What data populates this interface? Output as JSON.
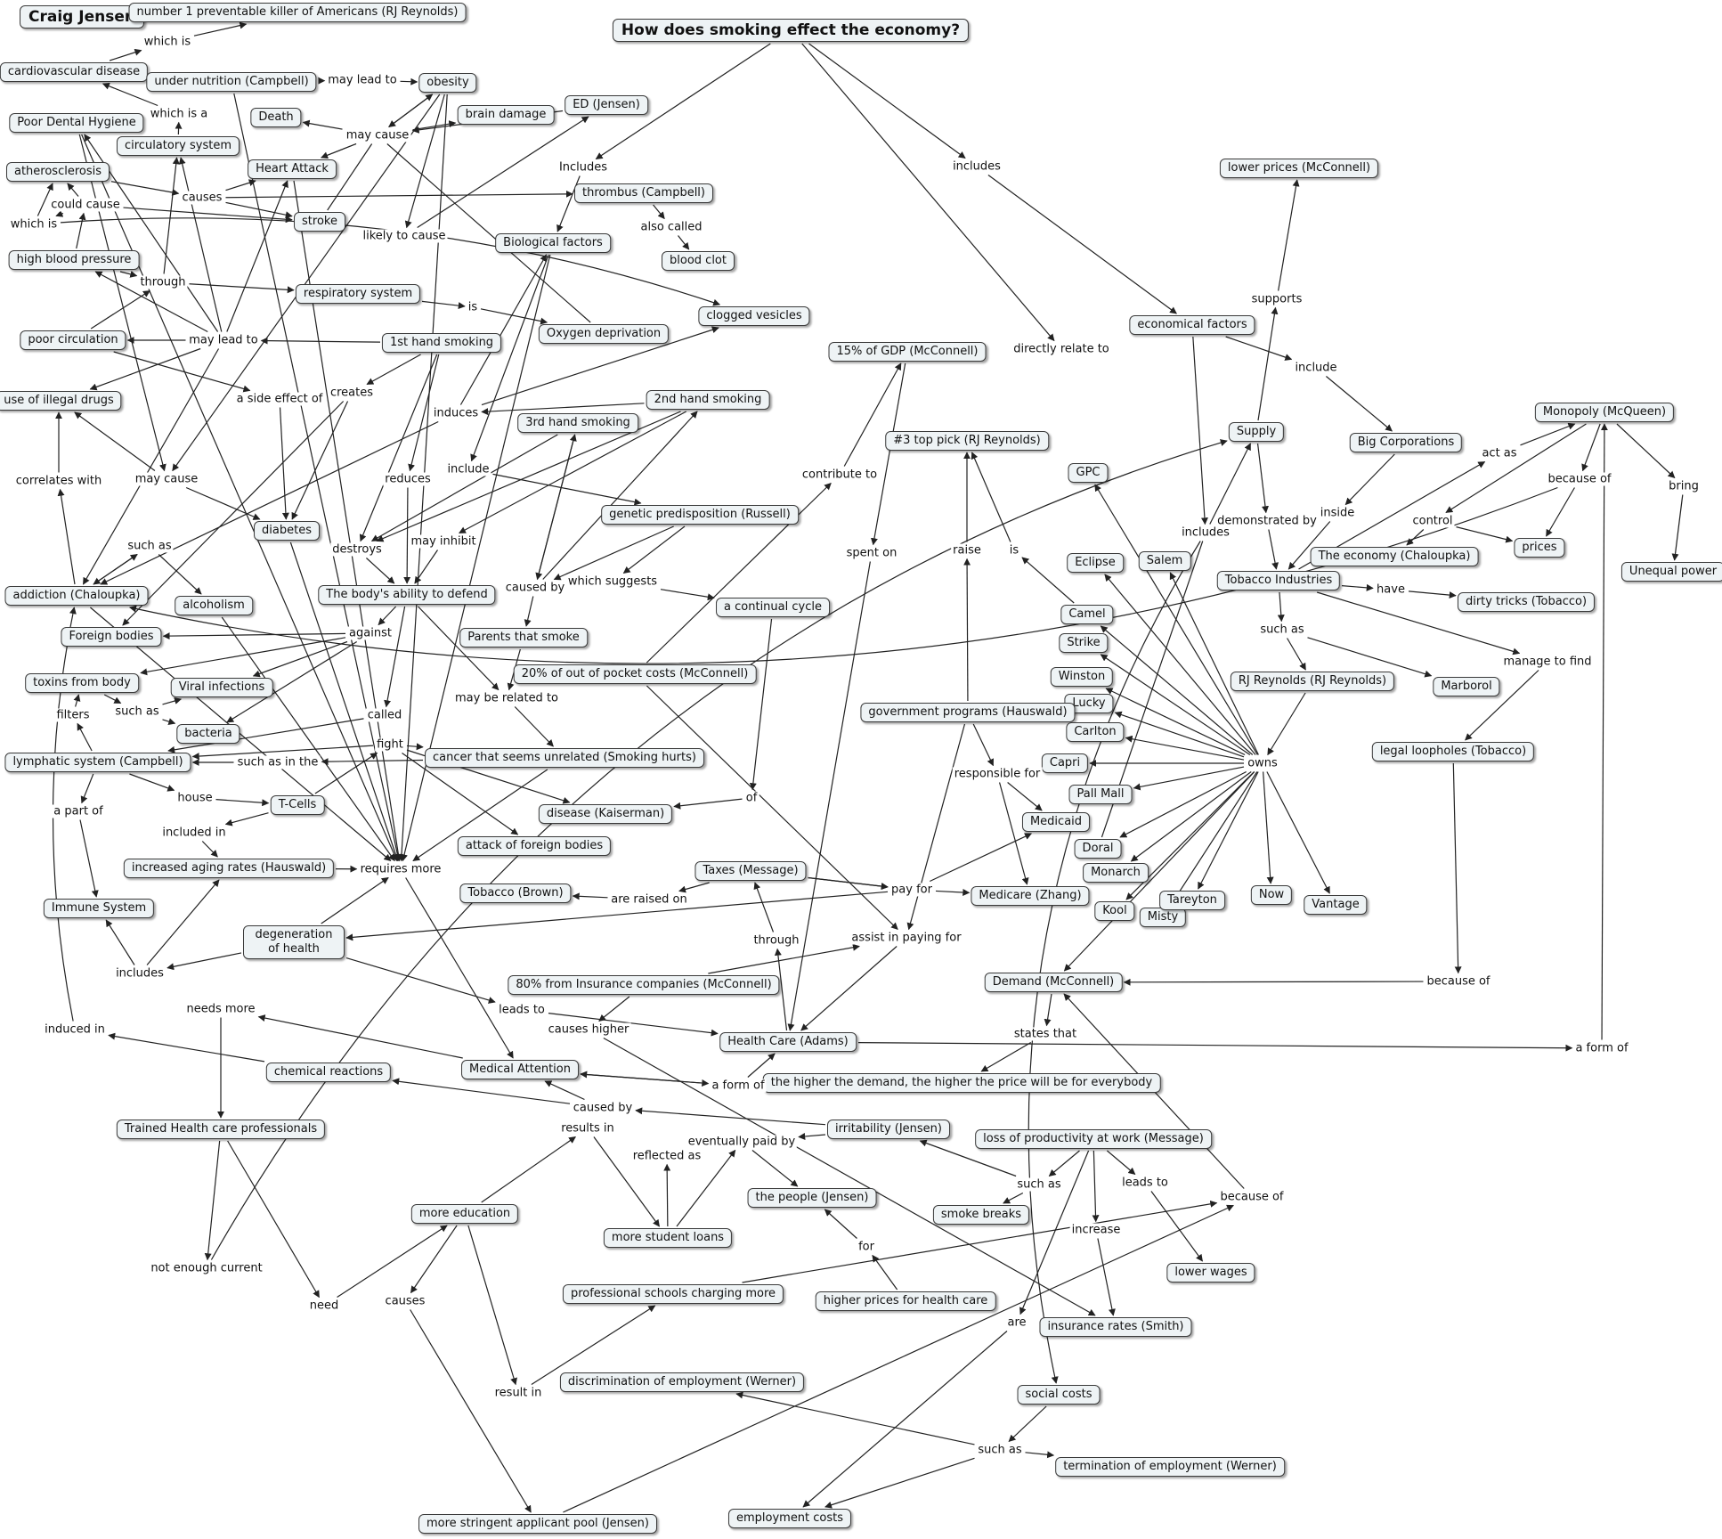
{
  "author": "Craig Jensen",
  "title": "How does smoking effect the economy?",
  "colors": {
    "node_fill": "#eef3f5",
    "node_border": "#3a3a3a",
    "edge": "#222222"
  },
  "concepts": {
    "c1": "number 1 preventable killer of Americans (RJ Reynolds)",
    "c2": "cardiovascular disease",
    "c3": "under nutrition (Campbell)",
    "c4": "obesity",
    "c5": "ED (Jensen)",
    "c6": "Death",
    "c7": "brain damage",
    "c8": "Poor Dental Hygiene",
    "c9": "circulatory system",
    "c10": "Heart Attack",
    "c11": "atherosclerosis",
    "c12": "thrombus (Campbell)",
    "c13": "stroke",
    "c14": "Biological factors",
    "c15": "blood clot",
    "c16": "high blood pressure",
    "c17": "respiratory system",
    "c18": "clogged vesicles",
    "c19": "Oxygen deprivation",
    "c20": "poor circulation",
    "c21": "1st hand smoking",
    "c22": "use of illegal drugs",
    "c23": "2nd hand smoking",
    "c24": "3rd hand smoking",
    "c25": "genetic predisposition (Russell)",
    "c26": "diabetes",
    "c27": "addiction (Chaloupka)",
    "c28": "alcoholism",
    "c29": "The body's ability to defend",
    "c30": "a continual cycle",
    "c31": "Foreign bodies",
    "c32": "Parents that smoke",
    "c33": "toxins from body",
    "c34": "Viral infections",
    "c35": "20% of out of pocket costs (McConnell)",
    "c36": "bacteria",
    "c37": "lymphatic system (Campbell)",
    "c38": "cancer that seems unrelated (Smoking hurts)",
    "c39": "T-Cells",
    "c40": "disease (Kaiserman)",
    "c41": "attack of foreign bodies",
    "c42": "increased aging rates (Hauswald)",
    "c43": "Immune System",
    "c44": "Tobacco (Brown)",
    "c45": "Taxes (Message)",
    "c46": "degeneration of health",
    "c47": "80% from Insurance companies (McConnell)",
    "c48": "Health Care (Adams)",
    "c49": "chemical reactions",
    "c50": "Medical Attention",
    "c51": "the higher the demand, the higher the price will be for everybody",
    "c52": "Trained Health care professionals",
    "c53": "irritability (Jensen)",
    "c54": "loss of productivity at work (Message)",
    "c55": "more education",
    "c56": "the people (Jensen)",
    "c57": "smoke breaks",
    "c58": "more student loans",
    "c59": "lower wages",
    "c60": "professional schools charging more",
    "c61": "higher prices for health care",
    "c62": "insurance rates (Smith)",
    "c63": "discrimination of employment (Werner)",
    "c64": "social costs",
    "c65": "termination of employment (Werner)",
    "c66": "more stringent applicant pool (Jensen)",
    "c67": "employment costs",
    "c68": "lower prices (McConnell)",
    "c69": "economical factors",
    "c70": "15% of GDP  (McConnell)",
    "c71": "Supply",
    "c72": "Big Corporations",
    "c73": "Monopoly (McQueen)",
    "c74": "#3 top pick (RJ Reynolds)",
    "c75": "GPC",
    "c76": "Eclipse",
    "c77": "Salem",
    "c78": "The economy (Chaloupka)",
    "c79": "prices",
    "c80": "Unequal power",
    "c81": "Tobacco Industries",
    "c82": "dirty tricks (Tobacco)",
    "c83": "Camel",
    "c84": "Strike",
    "c85": "Winston",
    "c86": "RJ Reynolds (RJ Reynolds)",
    "c87": "Marborol",
    "c88": "Lucky",
    "c89": "government programs (Hauswald)",
    "c90": "Carlton",
    "c91": "legal loopholes (Tobacco)",
    "c92": "Capri",
    "c93": "Pall Mall",
    "c94": "Medicaid",
    "c95": "Doral",
    "c96": "Monarch",
    "c97": "Medicare (Zhang)",
    "c98": "Misty",
    "c99": "Tareyton",
    "c100": "Now",
    "c101": "Kool",
    "c102": "Vantage",
    "c103": "Demand (McConnell)"
  },
  "linking_phrases": {
    "l1": "which is",
    "l2": "may lead to",
    "l3": "which is a",
    "l4": "may cause",
    "l5": "Includes",
    "l6": "includes",
    "l7": "causes",
    "l8": "could cause",
    "l9": "which is",
    "l10": "also called",
    "l11": "likely to cause",
    "l12": "through",
    "l13": "is",
    "l14": "may lead to",
    "l15": "directly relate to",
    "l16": "a side effect of",
    "l17": "creates",
    "l18": "induces",
    "l19": "correlates with",
    "l20": "may cause",
    "l21": "include",
    "l22": "reduces",
    "l23": "such as",
    "l24": "destroys",
    "l25": "may inhibit",
    "l26": "caused by",
    "l27": "which suggests",
    "l28": "against",
    "l29": "filters",
    "l30": "such as",
    "l31": "may be related to",
    "l32": "called",
    "l33": "fight",
    "l34": "such as in the",
    "l35": "a part of",
    "l36": "house",
    "l37": "included in",
    "l38": "requires more",
    "l39": "of",
    "l40": "contribute to",
    "l41": "spent on",
    "l42": "are raised on",
    "l43": "pay for",
    "l44": "through",
    "l45": "assist in paying for",
    "l46": "includes",
    "l47": "leads to",
    "l48": "causes higher",
    "l49": "needs more",
    "l50": "induced in",
    "l51": "a form of",
    "l52": "caused by",
    "l53": "results in",
    "l54": "eventually paid by",
    "l55": "reflected as",
    "l56": "such as",
    "l57": "leads to",
    "l58": "increase",
    "l59": "because of",
    "l60": "for",
    "l61": "not enough current",
    "l62": "need",
    "l63": "causes",
    "l64": "result in",
    "l65": "are",
    "l66": "such as",
    "l67": "states that",
    "l68": "because of",
    "l69": "a form of",
    "l70": "supports",
    "l71": "include",
    "l72": "includes",
    "l73": "act as",
    "l74": "because of",
    "l75": "bring",
    "l76": "inside",
    "l77": "control",
    "l78": "demonstrated by",
    "l79": "have",
    "l80": "such as",
    "l81": "manage to find",
    "l82": "raise",
    "l83": "is",
    "l84": "owns",
    "l85": "responsible for"
  }
}
